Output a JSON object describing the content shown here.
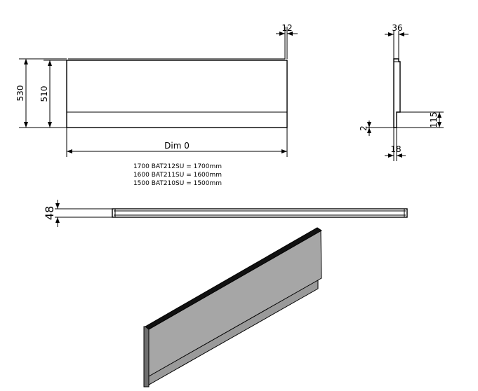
{
  "front_view": {
    "height_overall": "530",
    "height_panel": "510",
    "lip": "12",
    "length_label": "Dim 0"
  },
  "size_notes": [
    "1700 BAT212SU = 1700mm",
    "1600 BAT211SU = 1600mm",
    "1500 BAT210SU = 1500mm"
  ],
  "side_view": {
    "top_depth": "36",
    "plinth_height": "115",
    "bottom_offset": "2",
    "thickness": "18"
  },
  "plan_view": {
    "depth": "48"
  },
  "colors": {
    "line": "#000000",
    "panel_face": "#a6a6a6",
    "panel_plinth": "#9a9a9a",
    "panel_edge": "#6e6e6e"
  }
}
